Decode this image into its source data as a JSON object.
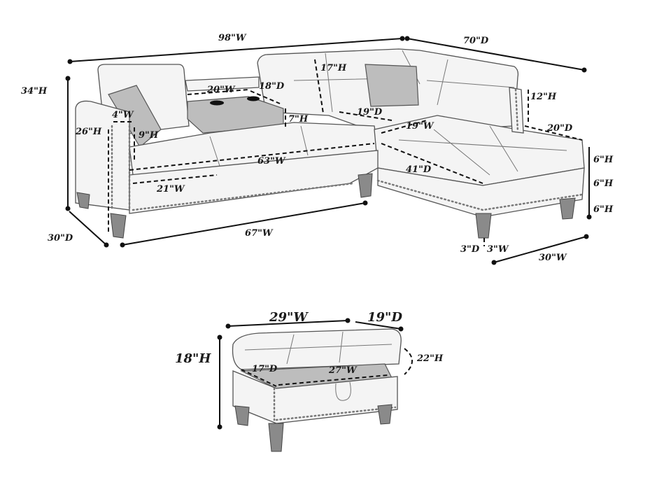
{
  "sectional": {
    "overall_width": "98\"W",
    "overall_depth": "70\"D",
    "overall_height": "34\"H",
    "arm_depth": "30\"D",
    "sofa_width": "67\"W",
    "chaise_width": "30\"W",
    "leg_depth": "3\"D",
    "leg_width": "3\"W",
    "chaise_leg_height": "6\"H",
    "chaise_base_height": "6\"H",
    "chaise_cushion_height": "6\"H",
    "chaise_back_height": "12\"H",
    "chaise_back_depth": "20\"D",
    "chaise_seat_width": "19\"W",
    "corner_seat_depth": "19\"D",
    "back_cushion_height": "17\"H",
    "console_depth": "18\"D",
    "console_width": "20\"W",
    "console_height": "7\"H",
    "arm_width": "4\"W",
    "arm_height_above_seat": "9\"H",
    "arm_height": "26\"H",
    "seat_width": "63\"W",
    "seat_cushion_width": "21\"W",
    "chaise_length": "41\"D"
  },
  "ottoman": {
    "width": "29\"W",
    "depth": "19\"D",
    "height": "18\"H",
    "open_lid_height": "22\"H",
    "storage_depth": "17\"D",
    "storage_width": "27\"W"
  },
  "colors": {
    "line": "#111111",
    "upholstery": "#f4f4f4",
    "accent_grey": "#bdbdbd"
  }
}
